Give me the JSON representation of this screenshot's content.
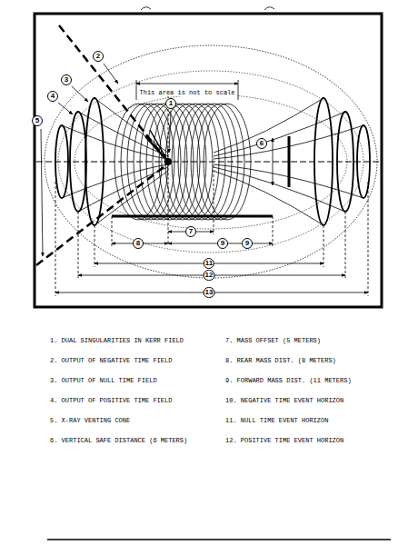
{
  "diagram": {
    "labels": [
      "This area is not to scale",
      "1",
      "2",
      "3",
      "4",
      "5",
      "6",
      "7",
      "8",
      "9",
      "9",
      "11",
      "12",
      "13",
      "1. DUAL SINGULARITIES IN KERR FIELD",
      "2. OUTPUT OF NEGATIVE TIME FIELD",
      "3. OUTPUT OF NULL TIME FIELD",
      "4. OUTPUT OF POSITIVE TIME FIELD",
      "5. X-RAY VENTING CONE",
      "6. VERTICAL SAFE DISTANCE (6 METERS)",
      "7. MASS OFFSET (5 METERS)",
      "8. REAR MASS DIST. (8 METERS)",
      "9. FORWARD MASS DIST. (11 METERS)",
      "10. NEGATIVE TIME EVENT HORIZON",
      "11. NULL TIME EVENT HORIZON",
      "12. POSITIVE TIME EVENT HORIZON"
    ]
  }
}
